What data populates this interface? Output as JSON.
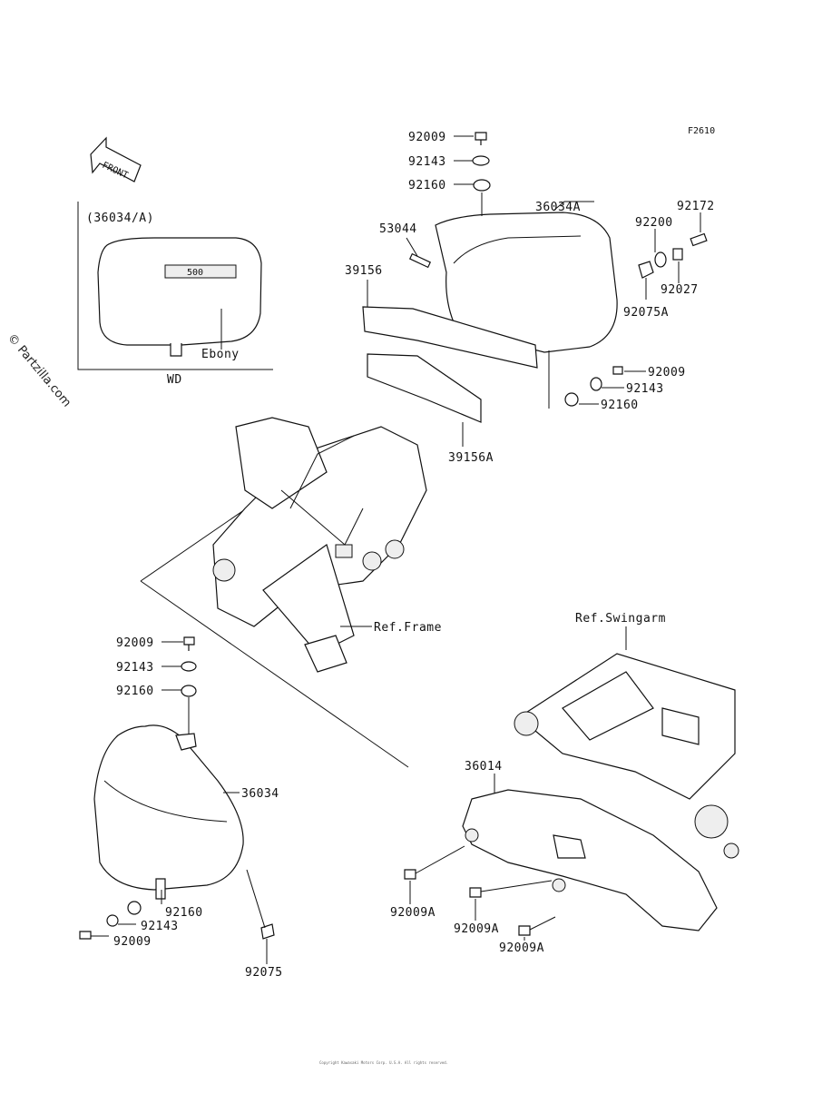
{
  "figure_code": "F2610",
  "front_label": "FRONT",
  "inset": {
    "title": "(36034/A)",
    "emblem": "500",
    "color_label": "Ebony",
    "variant": "WD"
  },
  "watermark": "© Partzilla.com",
  "refs": {
    "frame": "Ref.Frame",
    "swingarm": "Ref.Swingarm"
  },
  "parts": {
    "p92009_top": "92009",
    "p92143_top": "92143",
    "p92160_top": "92160",
    "p36034A": "36034A",
    "p92172": "92172",
    "p53044": "53044",
    "p92200": "92200",
    "p39156": "39156",
    "p92027": "92027",
    "p92075A": "92075A",
    "p92009_r": "92009",
    "p92143_r": "92143",
    "p92160_r": "92160",
    "p39156A": "39156A",
    "p92009_l": "92009",
    "p92143_l": "92143",
    "p92160_l": "92160",
    "p36034": "36034",
    "p36014": "36014",
    "p92160_b": "92160",
    "p92143_b": "92143",
    "p92009_b": "92009",
    "p92075": "92075",
    "p92009A_1": "92009A",
    "p92009A_2": "92009A",
    "p92009A_3": "92009A"
  },
  "footer_copyright": "Copyright Kawasaki Motors Corp. U.S.A. All rights reserved."
}
